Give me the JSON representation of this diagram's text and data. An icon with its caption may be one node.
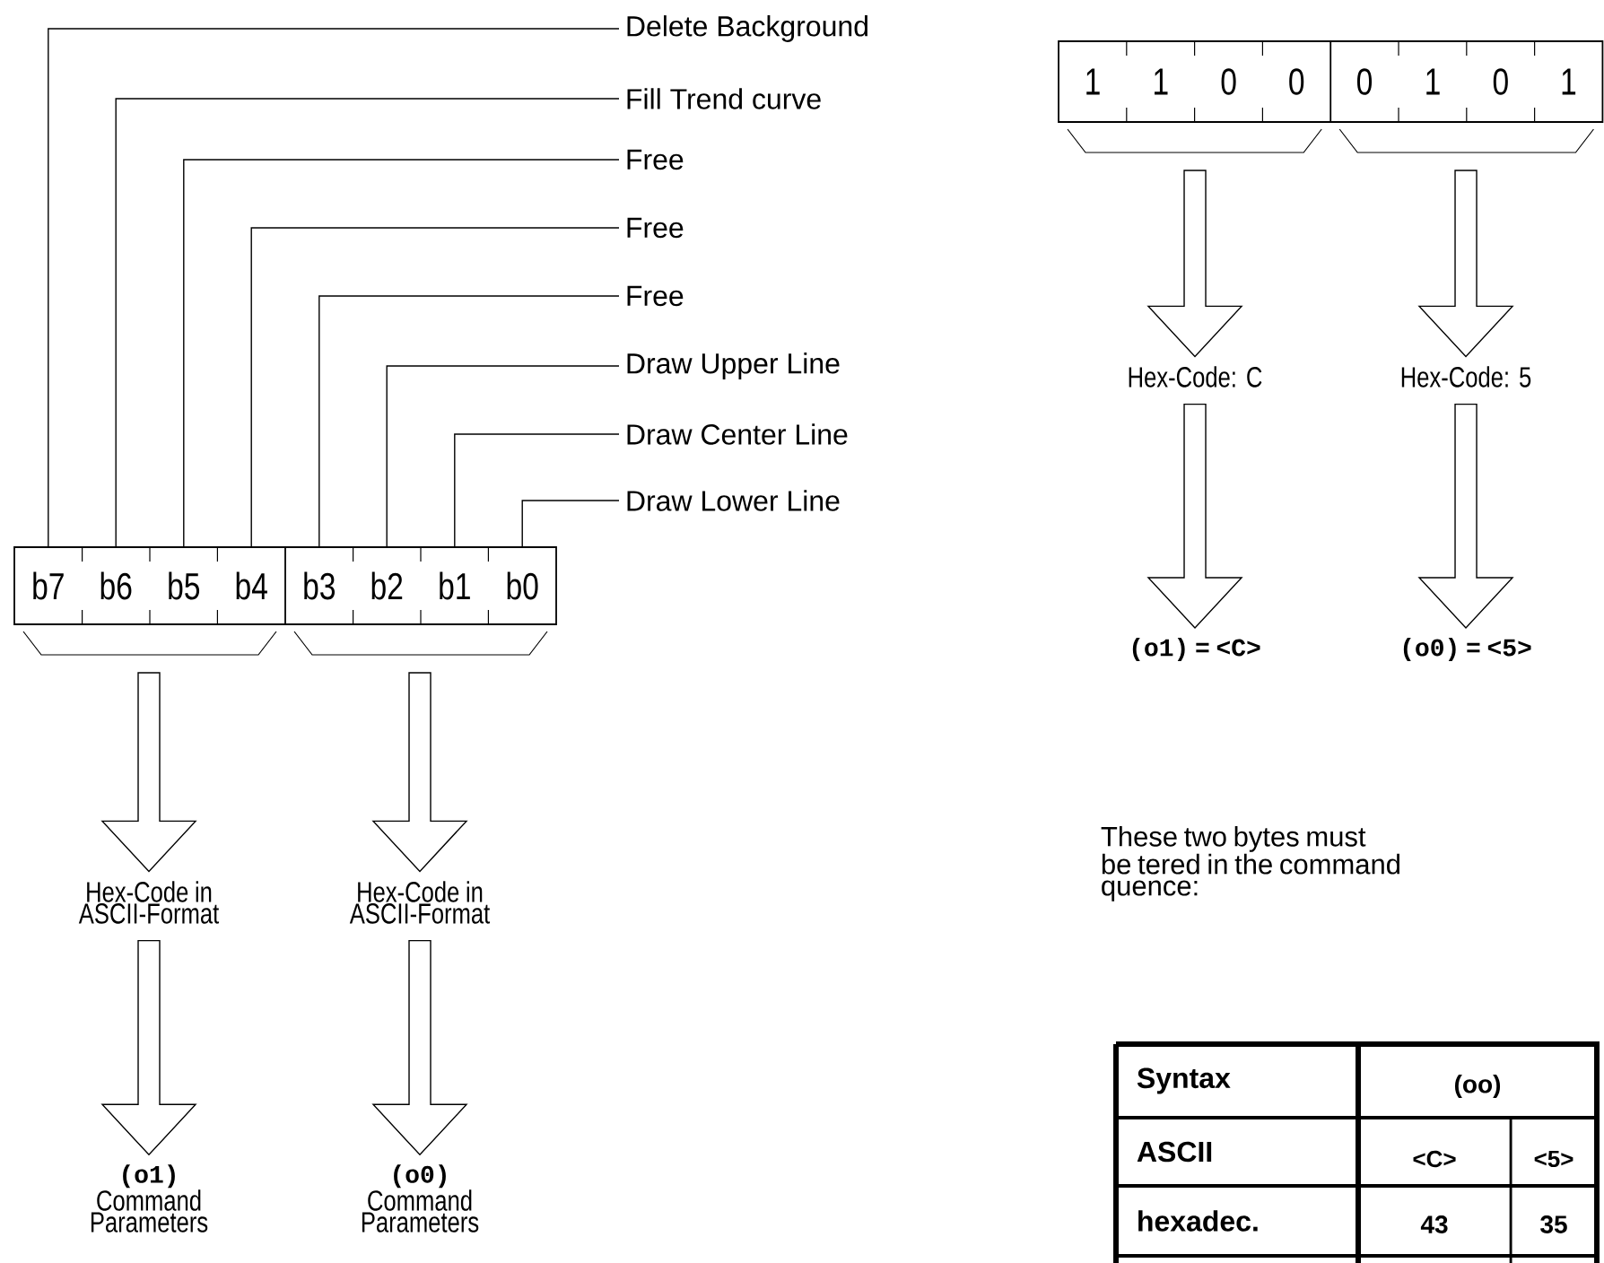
{
  "diagram": {
    "nodes": [
      {
        "text": [
          "Delete Background"
        ]
      },
      {
        "text": [
          "Fill Trend curve"
        ]
      },
      {
        "text": [
          "Free"
        ]
      },
      {
        "text": [
          "Free"
        ]
      },
      {
        "text": [
          "Free"
        ]
      },
      {
        "text": [
          "Draw Upper Line"
        ]
      },
      {
        "text": [
          "Draw Center Line"
        ]
      },
      {
        "text": [
          "Draw Lower Line"
        ]
      },
      {
        "text": [
          "b7"
        ]
      },
      {
        "text": [
          "b6"
        ]
      },
      {
        "text": [
          "b5"
        ]
      },
      {
        "text": [
          "b4"
        ]
      },
      {
        "text": [
          "b3"
        ]
      },
      {
        "text": [
          "b2"
        ]
      },
      {
        "text": [
          "b1"
        ]
      },
      {
        "text": [
          "b0"
        ]
      },
      {
        "text": [
          "Hex-Code in ASCII-Format"
        ]
      },
      {
        "text": [
          "Hex-Code in ASCII-Format"
        ]
      },
      {
        "text": [
          "(o1)",
          "Command Parameters"
        ]
      },
      {
        "text": [
          "(o0)",
          "Command Parameters"
        ]
      },
      {
        "text": [
          "1"
        ]
      },
      {
        "text": [
          "1"
        ]
      },
      {
        "text": [
          "0"
        ]
      },
      {
        "text": [
          "0"
        ]
      },
      {
        "text": [
          "0"
        ]
      },
      {
        "text": [
          "1"
        ]
      },
      {
        "text": [
          "0"
        ]
      },
      {
        "text": [
          "1"
        ]
      },
      {
        "text": [
          "Hex-Code: C"
        ]
      },
      {
        "text": [
          "Hex-Code: 5"
        ]
      },
      {
        "text": [
          "(o1) = <C>"
        ]
      },
      {
        "text": [
          "(o0) = <5>"
        ]
      }
    ],
    "edges": [
      {
        "from": 0,
        "to": 8,
        "arrow": "none"
      },
      {
        "from": 1,
        "to": 9,
        "arrow": "none"
      },
      {
        "from": 2,
        "to": 10,
        "arrow": "none"
      },
      {
        "from": 3,
        "to": 11,
        "arrow": "none"
      },
      {
        "from": 4,
        "to": 12,
        "arrow": "none"
      },
      {
        "from": 5,
        "to": 13,
        "arrow": "none"
      },
      {
        "from": 6,
        "to": 14,
        "arrow": "none"
      },
      {
        "from": 7,
        "to": 15,
        "arrow": "none"
      },
      {
        "from": null,
        "to": 16,
        "arrow": "to"
      },
      {
        "from": 16,
        "to": 18,
        "arrow": "to"
      },
      {
        "from": null,
        "to": 17,
        "arrow": "to"
      },
      {
        "from": 17,
        "to": 19,
        "arrow": "to"
      },
      {
        "from": null,
        "to": 28,
        "arrow": "to"
      },
      {
        "from": 28,
        "to": 30,
        "arrow": "to"
      },
      {
        "from": null,
        "to": 29,
        "arrow": "to"
      },
      {
        "from": 29,
        "to": 31,
        "arrow": "to"
      }
    ],
    "labels": [
      "These two bytes must be tered in the command quence:",
      "Syntax",
      "(oo)",
      "ASCII",
      "<C>",
      "<5>",
      "hexadec.",
      "43",
      "35"
    ]
  }
}
